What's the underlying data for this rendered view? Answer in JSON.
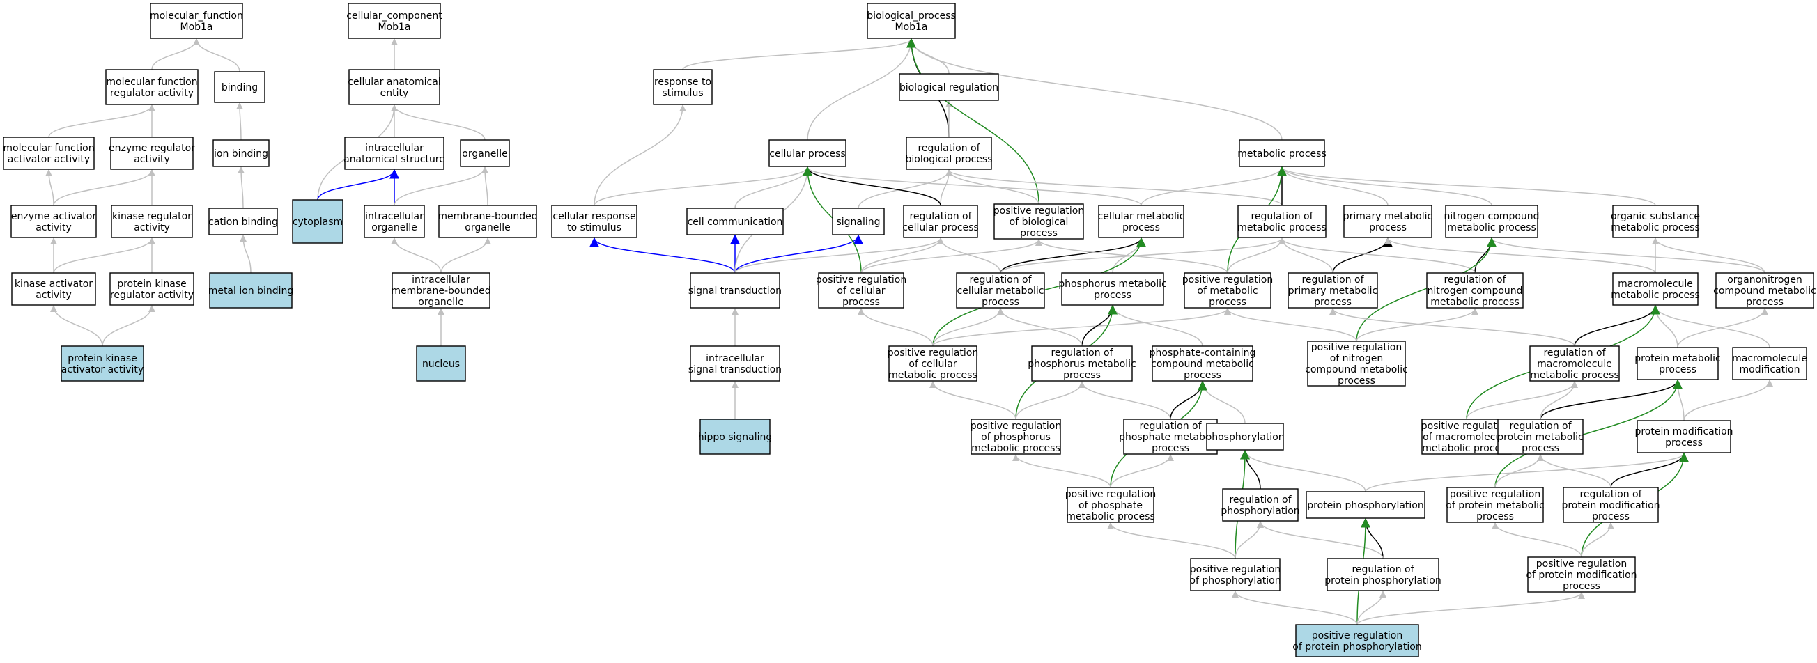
{
  "colors": {
    "node_fill": "#ffffff",
    "highlight_fill": "#add8e6",
    "edge_isa": "#c0c0c0",
    "edge_regulates": "#000000",
    "edge_positively_regulates": "#228b22",
    "edge_part_of": "#0000ff"
  },
  "nodes": {
    "mf_root": {
      "lines": [
        "molecular_function",
        "Mob1a"
      ]
    },
    "mf_reg": {
      "lines": [
        "molecular function",
        "regulator activity"
      ]
    },
    "binding": {
      "lines": [
        "binding"
      ]
    },
    "mf_act": {
      "lines": [
        "molecular function",
        "activator activity"
      ]
    },
    "enz_reg": {
      "lines": [
        "enzyme regulator",
        "activity"
      ]
    },
    "ion_binding": {
      "lines": [
        "ion binding"
      ]
    },
    "enz_act": {
      "lines": [
        "enzyme activator",
        "activity"
      ]
    },
    "kin_reg": {
      "lines": [
        "kinase regulator",
        "activity"
      ]
    },
    "cation_binding": {
      "lines": [
        "cation binding"
      ]
    },
    "kin_act": {
      "lines": [
        "kinase activator",
        "activity"
      ]
    },
    "pk_reg": {
      "lines": [
        "protein kinase",
        "regulator activity"
      ]
    },
    "metal_ion": {
      "lines": [
        "metal ion binding"
      ],
      "highlight": true
    },
    "pk_act": {
      "lines": [
        "protein kinase",
        "activator activity"
      ],
      "highlight": true
    },
    "cc_root": {
      "lines": [
        "cellular_component",
        "Mob1a"
      ]
    },
    "cae": {
      "lines": [
        "cellular anatomical",
        "entity"
      ]
    },
    "ias": {
      "lines": [
        "intracellular",
        "anatomical structure"
      ]
    },
    "organelle": {
      "lines": [
        "organelle"
      ]
    },
    "cytoplasm": {
      "lines": [
        "cytoplasm"
      ],
      "highlight": true
    },
    "intra_org": {
      "lines": [
        "intracellular",
        "organelle"
      ]
    },
    "mb_org": {
      "lines": [
        "membrane-bounded",
        "organelle"
      ]
    },
    "imb_org": {
      "lines": [
        "intracellular",
        "membrane-bounded",
        "organelle"
      ]
    },
    "nucleus": {
      "lines": [
        "nucleus"
      ],
      "highlight": true
    },
    "bp_root": {
      "lines": [
        "biological_process",
        "Mob1a"
      ]
    },
    "resp_stim": {
      "lines": [
        "response to",
        "stimulus"
      ]
    },
    "bio_reg": {
      "lines": [
        "biological regulation"
      ]
    },
    "cell_proc": {
      "lines": [
        "cellular process"
      ]
    },
    "reg_bio": {
      "lines": [
        "regulation of",
        "biological process"
      ]
    },
    "met_proc": {
      "lines": [
        "metabolic process"
      ]
    },
    "cell_resp": {
      "lines": [
        "cellular response",
        "to stimulus"
      ]
    },
    "cell_comm": {
      "lines": [
        "cell communication"
      ]
    },
    "signaling": {
      "lines": [
        "signaling"
      ]
    },
    "reg_cell_proc": {
      "lines": [
        "regulation of",
        "cellular process"
      ]
    },
    "pos_reg_bio": {
      "lines": [
        "positive regulation",
        "of biological",
        "process"
      ]
    },
    "cell_met": {
      "lines": [
        "cellular metabolic",
        "process"
      ]
    },
    "reg_met": {
      "lines": [
        "regulation of",
        "metabolic process"
      ]
    },
    "prim_met": {
      "lines": [
        "primary metabolic",
        "process"
      ]
    },
    "nitro_met": {
      "lines": [
        "nitrogen compound",
        "metabolic process"
      ]
    },
    "org_sub": {
      "lines": [
        "organic substance",
        "metabolic process"
      ]
    },
    "sig_trans": {
      "lines": [
        "signal transduction"
      ]
    },
    "pos_reg_cell_proc": {
      "lines": [
        "positive regulation",
        "of cellular",
        "process"
      ]
    },
    "reg_cell_met": {
      "lines": [
        "regulation of",
        "cellular metabolic",
        "process"
      ]
    },
    "phos_met": {
      "lines": [
        "phosphorus metabolic",
        "process"
      ]
    },
    "pos_reg_met": {
      "lines": [
        "positive regulation",
        "of metabolic",
        "process"
      ]
    },
    "reg_prim_met": {
      "lines": [
        "regulation of",
        "primary metabolic",
        "process"
      ]
    },
    "reg_nitro": {
      "lines": [
        "regulation of",
        "nitrogen compound",
        "metabolic process"
      ]
    },
    "macro_met": {
      "lines": [
        "macromolecule",
        "metabolic process"
      ]
    },
    "orgnitro": {
      "lines": [
        "organonitrogen",
        "compound metabolic",
        "process"
      ]
    },
    "intra_sig": {
      "lines": [
        "intracellular",
        "signal transduction"
      ]
    },
    "pos_reg_cell_met": {
      "lines": [
        "positive regulation",
        "of cellular",
        "metabolic process"
      ]
    },
    "reg_phos_met": {
      "lines": [
        "regulation of",
        "phosphorus metabolic",
        "process"
      ]
    },
    "phosph_cmp": {
      "lines": [
        "phosphate-containing",
        "compound metabolic",
        "process"
      ]
    },
    "pos_reg_nitro": {
      "lines": [
        "positive regulation",
        "of nitrogen",
        "compound metabolic",
        "process"
      ]
    },
    "reg_macro": {
      "lines": [
        "regulation of",
        "macromolecule",
        "metabolic process"
      ]
    },
    "prot_met": {
      "lines": [
        "protein metabolic",
        "process"
      ]
    },
    "macro_mod": {
      "lines": [
        "macromolecule",
        "modification"
      ]
    },
    "hippo": {
      "lines": [
        "hippo signaling"
      ],
      "highlight": true
    },
    "pos_reg_phos_met": {
      "lines": [
        "positive regulation",
        "of phosphorus",
        "metabolic process"
      ]
    },
    "reg_phosph_met": {
      "lines": [
        "regulation of",
        "phosphate metabolic",
        "process"
      ]
    },
    "phosphorylation": {
      "lines": [
        "phosphorylation"
      ]
    },
    "pos_reg_macro": {
      "lines": [
        "positive regulation",
        "of macromolecule",
        "metabolic process"
      ]
    },
    "reg_prot_met": {
      "lines": [
        "regulation of",
        "protein metabolic",
        "process"
      ]
    },
    "prot_mod": {
      "lines": [
        "protein modification",
        "process"
      ]
    },
    "pos_reg_phosph_met": {
      "lines": [
        "positive regulation",
        "of phosphate",
        "metabolic process"
      ]
    },
    "reg_phosphorylation": {
      "lines": [
        "regulation of",
        "phosphorylation"
      ]
    },
    "prot_phos": {
      "lines": [
        "protein phosphorylation"
      ]
    },
    "pos_reg_prot_met": {
      "lines": [
        "positive regulation",
        "of protein metabolic",
        "process"
      ]
    },
    "reg_prot_mod": {
      "lines": [
        "regulation of",
        "protein modification",
        "process"
      ]
    },
    "pos_reg_phosphorylation": {
      "lines": [
        "positive regulation",
        "of phosphorylation"
      ]
    },
    "reg_prot_phos": {
      "lines": [
        "regulation of",
        "protein phosphorylation"
      ]
    },
    "pos_reg_prot_mod": {
      "lines": [
        "positive regulation",
        "of protein modification",
        "process"
      ]
    },
    "pos_reg_prot_phos": {
      "lines": [
        "positive regulation",
        "of protein phosphorylation"
      ],
      "highlight": true
    }
  },
  "edges": [
    {
      "from": "mf_reg",
      "to": "mf_root",
      "type": "isa"
    },
    {
      "from": "binding",
      "to": "mf_root",
      "type": "isa"
    },
    {
      "from": "mf_act",
      "to": "mf_reg",
      "type": "isa"
    },
    {
      "from": "enz_reg",
      "to": "mf_reg",
      "type": "isa"
    },
    {
      "from": "ion_binding",
      "to": "binding",
      "type": "isa"
    },
    {
      "from": "enz_act",
      "to": "mf_act",
      "type": "isa"
    },
    {
      "from": "enz_act",
      "to": "enz_reg",
      "type": "isa"
    },
    {
      "from": "kin_reg",
      "to": "enz_reg",
      "type": "isa"
    },
    {
      "from": "cation_binding",
      "to": "ion_binding",
      "type": "isa"
    },
    {
      "from": "kin_act",
      "to": "enz_act",
      "type": "isa"
    },
    {
      "from": "kin_act",
      "to": "kin_reg",
      "type": "isa"
    },
    {
      "from": "pk_reg",
      "to": "kin_reg",
      "type": "isa"
    },
    {
      "from": "metal_ion",
      "to": "cation_binding",
      "type": "isa"
    },
    {
      "from": "pk_act",
      "to": "kin_act",
      "type": "isa"
    },
    {
      "from": "pk_act",
      "to": "pk_reg",
      "type": "isa"
    },
    {
      "from": "cae",
      "to": "cc_root",
      "type": "isa"
    },
    {
      "from": "ias",
      "to": "cae",
      "type": "isa"
    },
    {
      "from": "organelle",
      "to": "cae",
      "type": "isa"
    },
    {
      "from": "cytoplasm",
      "to": "cae",
      "type": "isa"
    },
    {
      "from": "cytoplasm",
      "to": "ias",
      "type": "part_of"
    },
    {
      "from": "intra_org",
      "to": "ias",
      "type": "part_of"
    },
    {
      "from": "intra_org",
      "to": "organelle",
      "type": "isa"
    },
    {
      "from": "mb_org",
      "to": "organelle",
      "type": "isa"
    },
    {
      "from": "imb_org",
      "to": "intra_org",
      "type": "isa"
    },
    {
      "from": "imb_org",
      "to": "mb_org",
      "type": "isa"
    },
    {
      "from": "nucleus",
      "to": "imb_org",
      "type": "isa"
    },
    {
      "from": "resp_stim",
      "to": "bp_root",
      "type": "isa"
    },
    {
      "from": "bio_reg",
      "to": "bp_root",
      "type": "isa"
    },
    {
      "from": "cell_proc",
      "to": "bp_root",
      "type": "isa"
    },
    {
      "from": "reg_bio",
      "to": "bp_root",
      "type": "regulates"
    },
    {
      "from": "reg_bio",
      "to": "bio_reg",
      "type": "isa"
    },
    {
      "from": "met_proc",
      "to": "bp_root",
      "type": "isa"
    },
    {
      "from": "pos_reg_bio",
      "to": "bp_root",
      "type": "positively_regulates"
    },
    {
      "from": "pos_reg_bio",
      "to": "reg_bio",
      "type": "isa"
    },
    {
      "from": "cell_resp",
      "to": "resp_stim",
      "type": "isa"
    },
    {
      "from": "cell_resp",
      "to": "cell_proc",
      "type": "isa"
    },
    {
      "from": "cell_comm",
      "to": "cell_proc",
      "type": "isa"
    },
    {
      "from": "signaling",
      "to": "reg_bio",
      "type": "isa"
    },
    {
      "from": "reg_cell_proc",
      "to": "reg_bio",
      "type": "isa"
    },
    {
      "from": "reg_cell_proc",
      "to": "cell_proc",
      "type": "regulates"
    },
    {
      "from": "cell_met",
      "to": "cell_proc",
      "type": "isa"
    },
    {
      "from": "cell_met",
      "to": "met_proc",
      "type": "isa"
    },
    {
      "from": "reg_met",
      "to": "reg_bio",
      "type": "isa"
    },
    {
      "from": "reg_met",
      "to": "met_proc",
      "type": "regulates"
    },
    {
      "from": "prim_met",
      "to": "met_proc",
      "type": "isa"
    },
    {
      "from": "nitro_met",
      "to": "met_proc",
      "type": "isa"
    },
    {
      "from": "org_sub",
      "to": "met_proc",
      "type": "isa"
    },
    {
      "from": "sig_trans",
      "to": "cell_resp",
      "type": "part_of"
    },
    {
      "from": "sig_trans",
      "to": "cell_comm",
      "type": "part_of"
    },
    {
      "from": "sig_trans",
      "to": "signaling",
      "type": "part_of"
    },
    {
      "from": "sig_trans",
      "to": "cell_proc",
      "type": "isa"
    },
    {
      "from": "sig_trans",
      "to": "reg_cell_proc",
      "type": "isa"
    },
    {
      "from": "pos_reg_cell_proc",
      "to": "cell_proc",
      "type": "positively_regulates"
    },
    {
      "from": "pos_reg_cell_proc",
      "to": "reg_cell_proc",
      "type": "isa"
    },
    {
      "from": "pos_reg_cell_proc",
      "to": "pos_reg_bio",
      "type": "isa"
    },
    {
      "from": "reg_cell_met",
      "to": "reg_cell_proc",
      "type": "isa"
    },
    {
      "from": "reg_cell_met",
      "to": "cell_met",
      "type": "regulates"
    },
    {
      "from": "reg_cell_met",
      "to": "reg_met",
      "type": "isa"
    },
    {
      "from": "phos_met",
      "to": "cell_met",
      "type": "isa"
    },
    {
      "from": "pos_reg_met",
      "to": "met_proc",
      "type": "positively_regulates"
    },
    {
      "from": "pos_reg_met",
      "to": "reg_met",
      "type": "isa"
    },
    {
      "from": "pos_reg_met",
      "to": "pos_reg_bio",
      "type": "isa"
    },
    {
      "from": "reg_prim_met",
      "to": "prim_met",
      "type": "regulates"
    },
    {
      "from": "reg_prim_met",
      "to": "reg_met",
      "type": "isa"
    },
    {
      "from": "reg_nitro",
      "to": "nitro_met",
      "type": "regulates"
    },
    {
      "from": "reg_nitro",
      "to": "reg_met",
      "type": "isa"
    },
    {
      "from": "macro_met",
      "to": "org_sub",
      "type": "isa"
    },
    {
      "from": "macro_met",
      "to": "prim_met",
      "type": "isa"
    },
    {
      "from": "orgnitro",
      "to": "org_sub",
      "type": "isa"
    },
    {
      "from": "orgnitro",
      "to": "nitro_met",
      "type": "isa"
    },
    {
      "from": "intra_sig",
      "to": "sig_trans",
      "type": "isa"
    },
    {
      "from": "pos_reg_cell_met",
      "to": "cell_met",
      "type": "positively_regulates"
    },
    {
      "from": "pos_reg_cell_met",
      "to": "pos_reg_cell_proc",
      "type": "isa"
    },
    {
      "from": "pos_reg_cell_met",
      "to": "reg_cell_met",
      "type": "isa"
    },
    {
      "from": "pos_reg_cell_met",
      "to": "pos_reg_met",
      "type": "isa"
    },
    {
      "from": "reg_phos_met",
      "to": "phos_met",
      "type": "regulates"
    },
    {
      "from": "reg_phos_met",
      "to": "reg_cell_met",
      "type": "isa"
    },
    {
      "from": "phosph_cmp",
      "to": "phos_met",
      "type": "isa"
    },
    {
      "from": "pos_reg_nitro",
      "to": "nitro_met",
      "type": "positively_regulates"
    },
    {
      "from": "pos_reg_nitro",
      "to": "reg_nitro",
      "type": "isa"
    },
    {
      "from": "pos_reg_nitro",
      "to": "pos_reg_met",
      "type": "isa"
    },
    {
      "from": "reg_macro",
      "to": "macro_met",
      "type": "regulates"
    },
    {
      "from": "reg_macro",
      "to": "reg_prim_met",
      "type": "isa"
    },
    {
      "from": "prot_met",
      "to": "macro_met",
      "type": "isa"
    },
    {
      "from": "prot_met",
      "to": "orgnitro",
      "type": "isa"
    },
    {
      "from": "macro_mod",
      "to": "macro_met",
      "type": "isa"
    },
    {
      "from": "hippo",
      "to": "intra_sig",
      "type": "isa"
    },
    {
      "from": "pos_reg_phos_met",
      "to": "phos_met",
      "type": "positively_regulates"
    },
    {
      "from": "pos_reg_phos_met",
      "to": "reg_phos_met",
      "type": "isa"
    },
    {
      "from": "pos_reg_phos_met",
      "to": "pos_reg_cell_met",
      "type": "isa"
    },
    {
      "from": "reg_phosph_met",
      "to": "phosph_cmp",
      "type": "regulates"
    },
    {
      "from": "reg_phosph_met",
      "to": "reg_phos_met",
      "type": "isa"
    },
    {
      "from": "phosphorylation",
      "to": "phosph_cmp",
      "type": "isa"
    },
    {
      "from": "pos_reg_macro",
      "to": "macro_met",
      "type": "positively_regulates"
    },
    {
      "from": "pos_reg_macro",
      "to": "reg_macro",
      "type": "isa"
    },
    {
      "from": "reg_prot_met",
      "to": "prot_met",
      "type": "regulates"
    },
    {
      "from": "reg_prot_met",
      "to": "reg_macro",
      "type": "isa"
    },
    {
      "from": "prot_mod",
      "to": "prot_met",
      "type": "isa"
    },
    {
      "from": "prot_mod",
      "to": "macro_mod",
      "type": "isa"
    },
    {
      "from": "pos_reg_phosph_met",
      "to": "phosph_cmp",
      "type": "positively_regulates"
    },
    {
      "from": "pos_reg_phosph_met",
      "to": "reg_phosph_met",
      "type": "isa"
    },
    {
      "from": "pos_reg_phosph_met",
      "to": "pos_reg_phos_met",
      "type": "isa"
    },
    {
      "from": "reg_phosphorylation",
      "to": "phosphorylation",
      "type": "regulates"
    },
    {
      "from": "prot_phos",
      "to": "phosphorylation",
      "type": "isa"
    },
    {
      "from": "prot_phos",
      "to": "prot_mod",
      "type": "isa"
    },
    {
      "from": "pos_reg_prot_met",
      "to": "prot_met",
      "type": "positively_regulates"
    },
    {
      "from": "pos_reg_prot_met",
      "to": "reg_prot_met",
      "type": "isa"
    },
    {
      "from": "reg_prot_mod",
      "to": "prot_mod",
      "type": "regulates"
    },
    {
      "from": "reg_prot_mod",
      "to": "reg_prot_met",
      "type": "isa"
    },
    {
      "from": "pos_reg_phosphorylation",
      "to": "phosphorylation",
      "type": "positively_regulates"
    },
    {
      "from": "pos_reg_phosphorylation",
      "to": "reg_phosphorylation",
      "type": "isa"
    },
    {
      "from": "pos_reg_phosphorylation",
      "to": "pos_reg_phosph_met",
      "type": "isa"
    },
    {
      "from": "reg_prot_phos",
      "to": "prot_phos",
      "type": "regulates"
    },
    {
      "from": "reg_prot_phos",
      "to": "reg_phosphorylation",
      "type": "isa"
    },
    {
      "from": "pos_reg_prot_mod",
      "to": "prot_mod",
      "type": "positively_regulates"
    },
    {
      "from": "pos_reg_prot_mod",
      "to": "reg_prot_mod",
      "type": "isa"
    },
    {
      "from": "pos_reg_prot_mod",
      "to": "pos_reg_prot_met",
      "type": "isa"
    },
    {
      "from": "pos_reg_prot_phos",
      "to": "prot_phos",
      "type": "positively_regulates"
    },
    {
      "from": "pos_reg_prot_phos",
      "to": "reg_prot_phos",
      "type": "isa"
    },
    {
      "from": "pos_reg_prot_phos",
      "to": "pos_reg_phosphorylation",
      "type": "isa"
    },
    {
      "from": "pos_reg_prot_phos",
      "to": "pos_reg_prot_mod",
      "type": "isa"
    }
  ]
}
